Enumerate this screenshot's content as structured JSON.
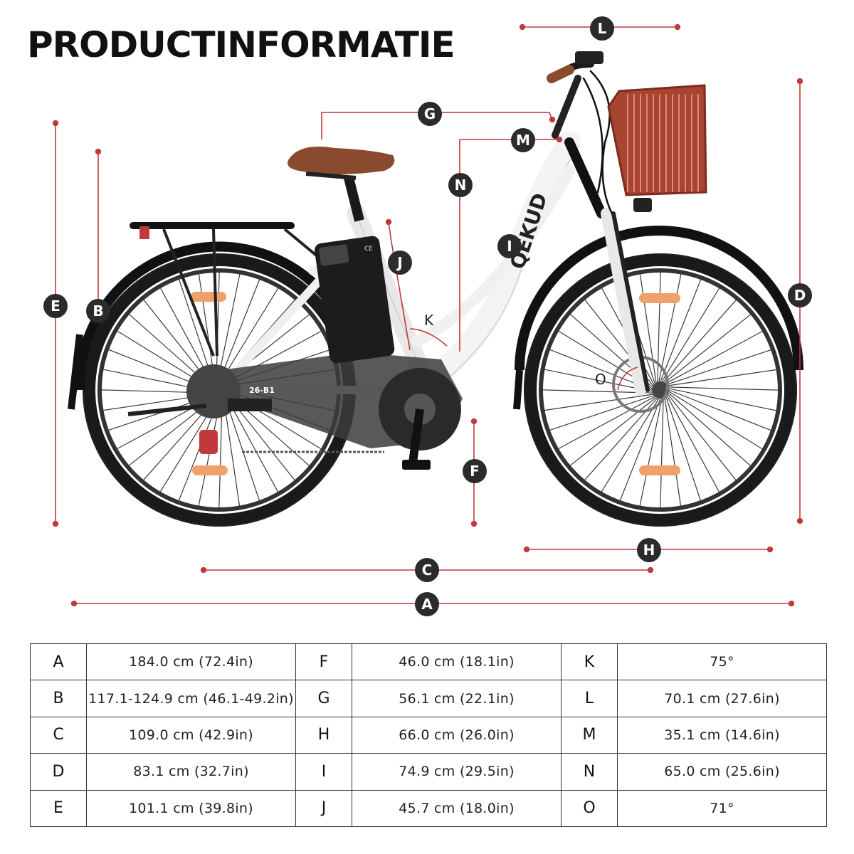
{
  "header": {
    "title": "PRODUCTINFORMATIE"
  },
  "bike": {
    "brand": "QEKUD",
    "frame_model": "26-B1",
    "battery_mark": "CE"
  },
  "colors": {
    "accent": "#c0393b",
    "frame": "#f4f4f4",
    "basket": "#a8442f",
    "saddle": "#8a4a2d",
    "tire": "#1a1a1a"
  },
  "labels": {
    "A": "A",
    "B": "B",
    "C": "C",
    "D": "D",
    "E": "E",
    "F": "F",
    "G": "G",
    "H": "H",
    "I": "I",
    "J": "J",
    "K": "K",
    "L": "L",
    "M": "M",
    "N": "N",
    "O": "O"
  },
  "specs": {
    "columns": [
      [
        {
          "key": "A",
          "value": "184.0 cm  (72.4in)"
        },
        {
          "key": "B",
          "value": "117.1-124.9 cm  (46.1-49.2in)"
        },
        {
          "key": "C",
          "value": "109.0 cm  (42.9in)"
        },
        {
          "key": "D",
          "value": "83.1 cm  (32.7in)"
        },
        {
          "key": "E",
          "value": "101.1 cm  (39.8in)"
        }
      ],
      [
        {
          "key": "F",
          "value": "46.0 cm  (18.1in)"
        },
        {
          "key": "G",
          "value": "56.1 cm  (22.1in)"
        },
        {
          "key": "H",
          "value": "66.0 cm  (26.0in)"
        },
        {
          "key": "I",
          "value": "74.9 cm  (29.5in)"
        },
        {
          "key": "J",
          "value": "45.7 cm  (18.0in)"
        }
      ],
      [
        {
          "key": "K",
          "value": "75°"
        },
        {
          "key": "L",
          "value": "70.1 cm  (27.6in)"
        },
        {
          "key": "M",
          "value": "35.1 cm  (14.6in)"
        },
        {
          "key": "N",
          "value": "65.0 cm  (25.6in)"
        },
        {
          "key": "O",
          "value": "71°"
        }
      ]
    ]
  }
}
